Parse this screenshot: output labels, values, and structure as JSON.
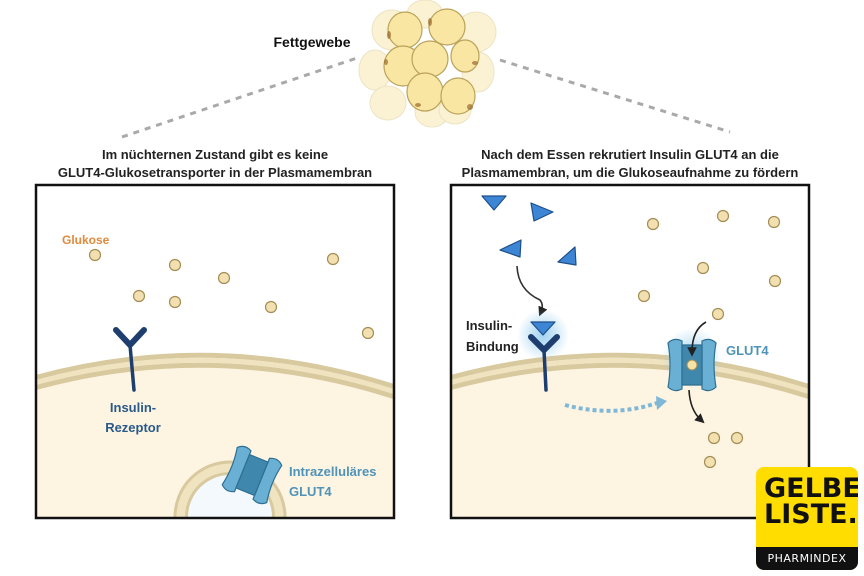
{
  "tissue": {
    "label": "Fettgewebe"
  },
  "panels": {
    "fasting": {
      "title_line1": "Im nüchternen Zustand gibt es keine",
      "title_line2": "GLUT4-Glukosetransporter in der Plasmamembran",
      "glucose_label": "Glukose",
      "receptor_label_line1": "Insulin-",
      "receptor_label_line2": "Rezeptor",
      "glut4_label_line1": "Intrazelluläres",
      "glut4_label_line2": "GLUT4"
    },
    "fed": {
      "title_line1": "Nach dem Essen rekrutiert Insulin GLUT4 an die",
      "title_line2": "Plasmamembran, um die Glukoseaufnahme zu fördern",
      "binding_label_line1": "Insulin-",
      "binding_label_line2": "Bindung",
      "glut4_label": "GLUT4"
    }
  },
  "logo": {
    "line1": "GELBE",
    "line2": "LISTE.",
    "subtitle": "PHARMINDEX"
  },
  "colors": {
    "glucose_text": "#e08a3c",
    "receptor_blue": "#1d3e6e",
    "glut4_blue": "#4f93b8",
    "insulin_blue": "#3d86d6",
    "cytoplasm": "#fdf4e2",
    "membrane": "#d9c99e",
    "logo_yellow": "#ffdd00"
  }
}
